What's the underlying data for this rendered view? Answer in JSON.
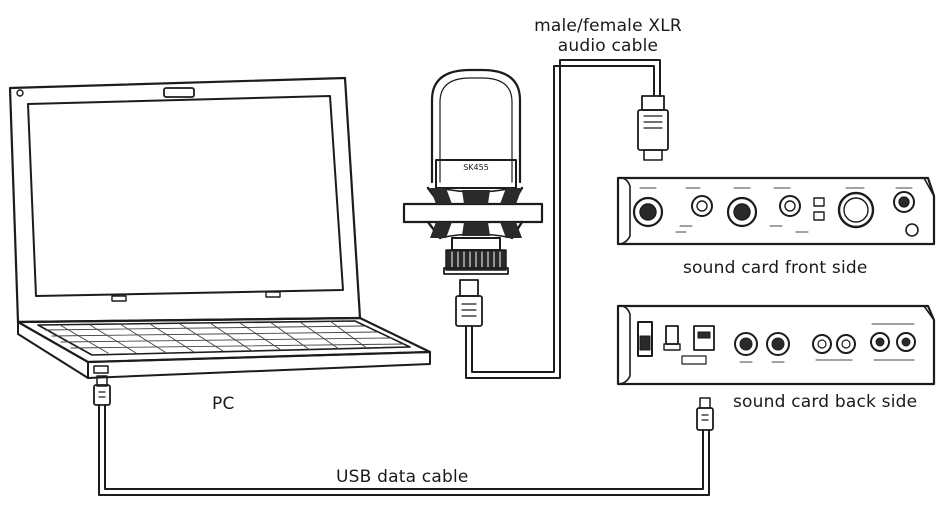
{
  "labels": {
    "xlr_cable_line1": "male/female XLR",
    "xlr_cable_line2": "audio cable",
    "microphone_model": "SK455",
    "sound_card_front": "sound card front side",
    "sound_card_back": "sound card back side",
    "pc": "PC",
    "usb_cable": "USB data cable"
  },
  "colors": {
    "line": "#1c1c1c",
    "fill_light": "#ffffff",
    "fill_gray": "#e6e6e6",
    "fill_dark": "#2a2a2a"
  }
}
